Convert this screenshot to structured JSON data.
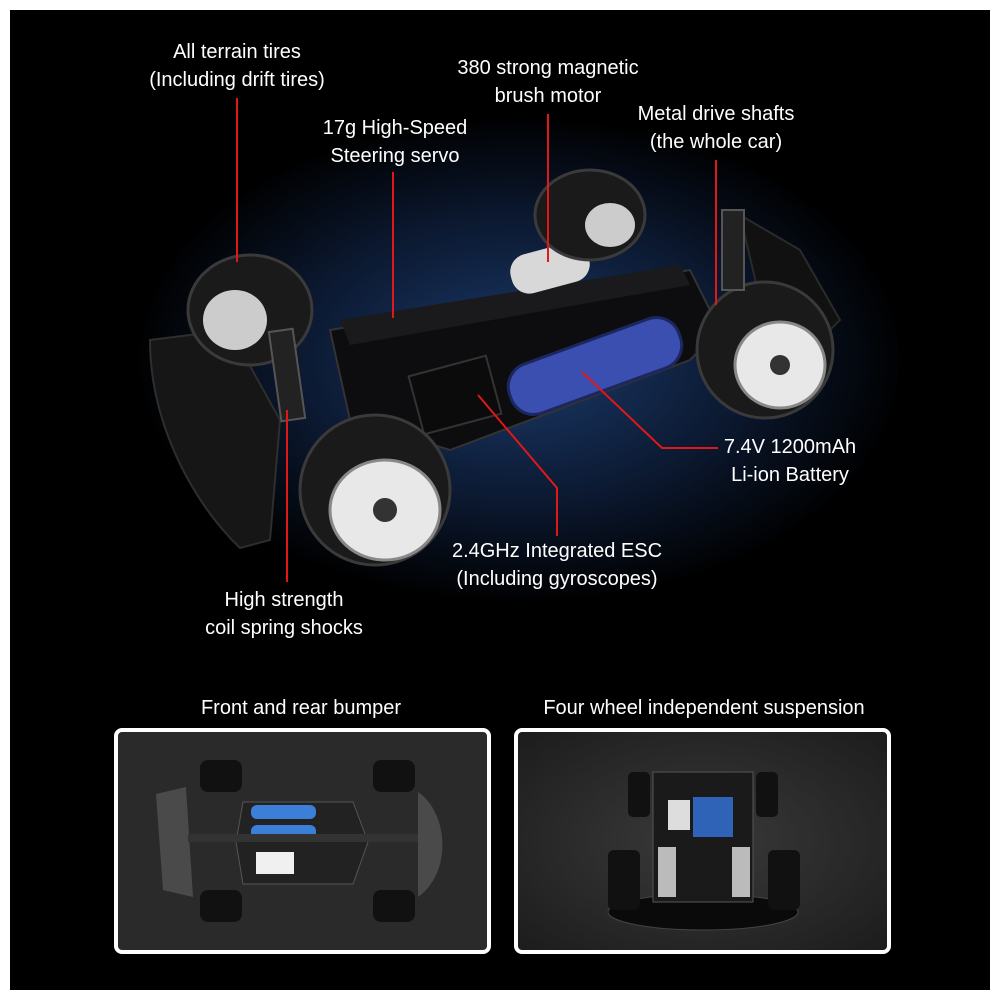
{
  "callouts": {
    "tires": {
      "line1": "All terrain tires",
      "line2": "(Including drift tires)"
    },
    "motor": {
      "line1": "380 strong magnetic",
      "line2": "brush motor"
    },
    "servo": {
      "line1": "17g High-Speed",
      "line2": "Steering servo"
    },
    "shafts": {
      "line1": "Metal drive shafts",
      "line2": "(the whole car)"
    },
    "battery": {
      "line1": "7.4V 1200mAh",
      "line2": "Li-ion Battery"
    },
    "esc": {
      "line1": "2.4GHz Integrated ESC",
      "line2": "(Including gyroscopes)"
    },
    "shocks": {
      "line1": "High strength",
      "line2": "coil spring shocks"
    }
  },
  "panels": {
    "left_title": "Front and rear bumper",
    "right_title": "Four wheel independent suspension"
  },
  "colors": {
    "callout_line": "#e01818",
    "battery": "#3a4fb0",
    "background": "#000000"
  }
}
